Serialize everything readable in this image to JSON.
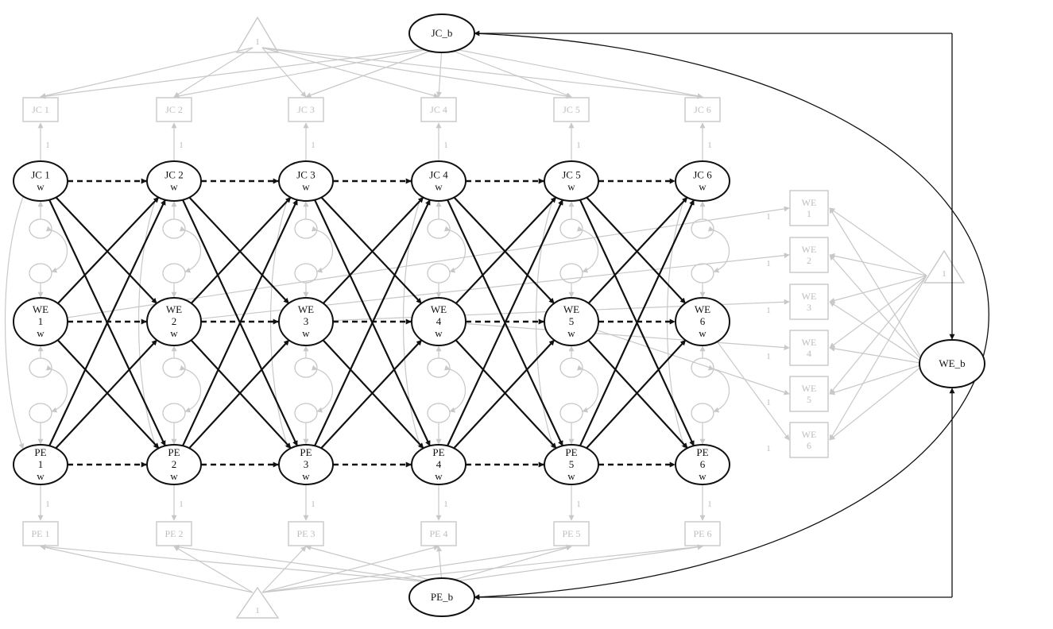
{
  "between": {
    "jc": "JC_b",
    "pe": "PE_b",
    "we": "WE_b"
  },
  "within": {
    "jc": [
      "JC 1\nw",
      "JC 2\nw",
      "JC 3\nw",
      "JC 4\nw",
      "JC 5\nw",
      "JC 6\nw"
    ],
    "we": [
      "WE\n1\nw",
      "WE\n2\nw",
      "WE\n3\nw",
      "WE\n4\nw",
      "WE\n5\nw",
      "WE\n6\nw"
    ],
    "pe": [
      "PE\n1\nw",
      "PE\n2\nw",
      "PE\n3\nw",
      "PE\n4\nw",
      "PE\n5\nw",
      "PE\n6\nw"
    ]
  },
  "observed": {
    "jc": [
      "JC 1",
      "JC 2",
      "JC 3",
      "JC 4",
      "JC 5",
      "JC 6"
    ],
    "pe": [
      "PE 1",
      "PE 2",
      "PE 3",
      "PE 4",
      "PE 5",
      "PE 6"
    ],
    "we": [
      "WE\n1",
      "WE\n2",
      "WE\n3",
      "WE\n4",
      "WE\n5",
      "WE\n6"
    ]
  },
  "constant_label": "1",
  "loading_label": "1",
  "colors": {
    "dark": "#111111",
    "light": "#c8c8c8",
    "light_text": "#bdbdbd"
  }
}
